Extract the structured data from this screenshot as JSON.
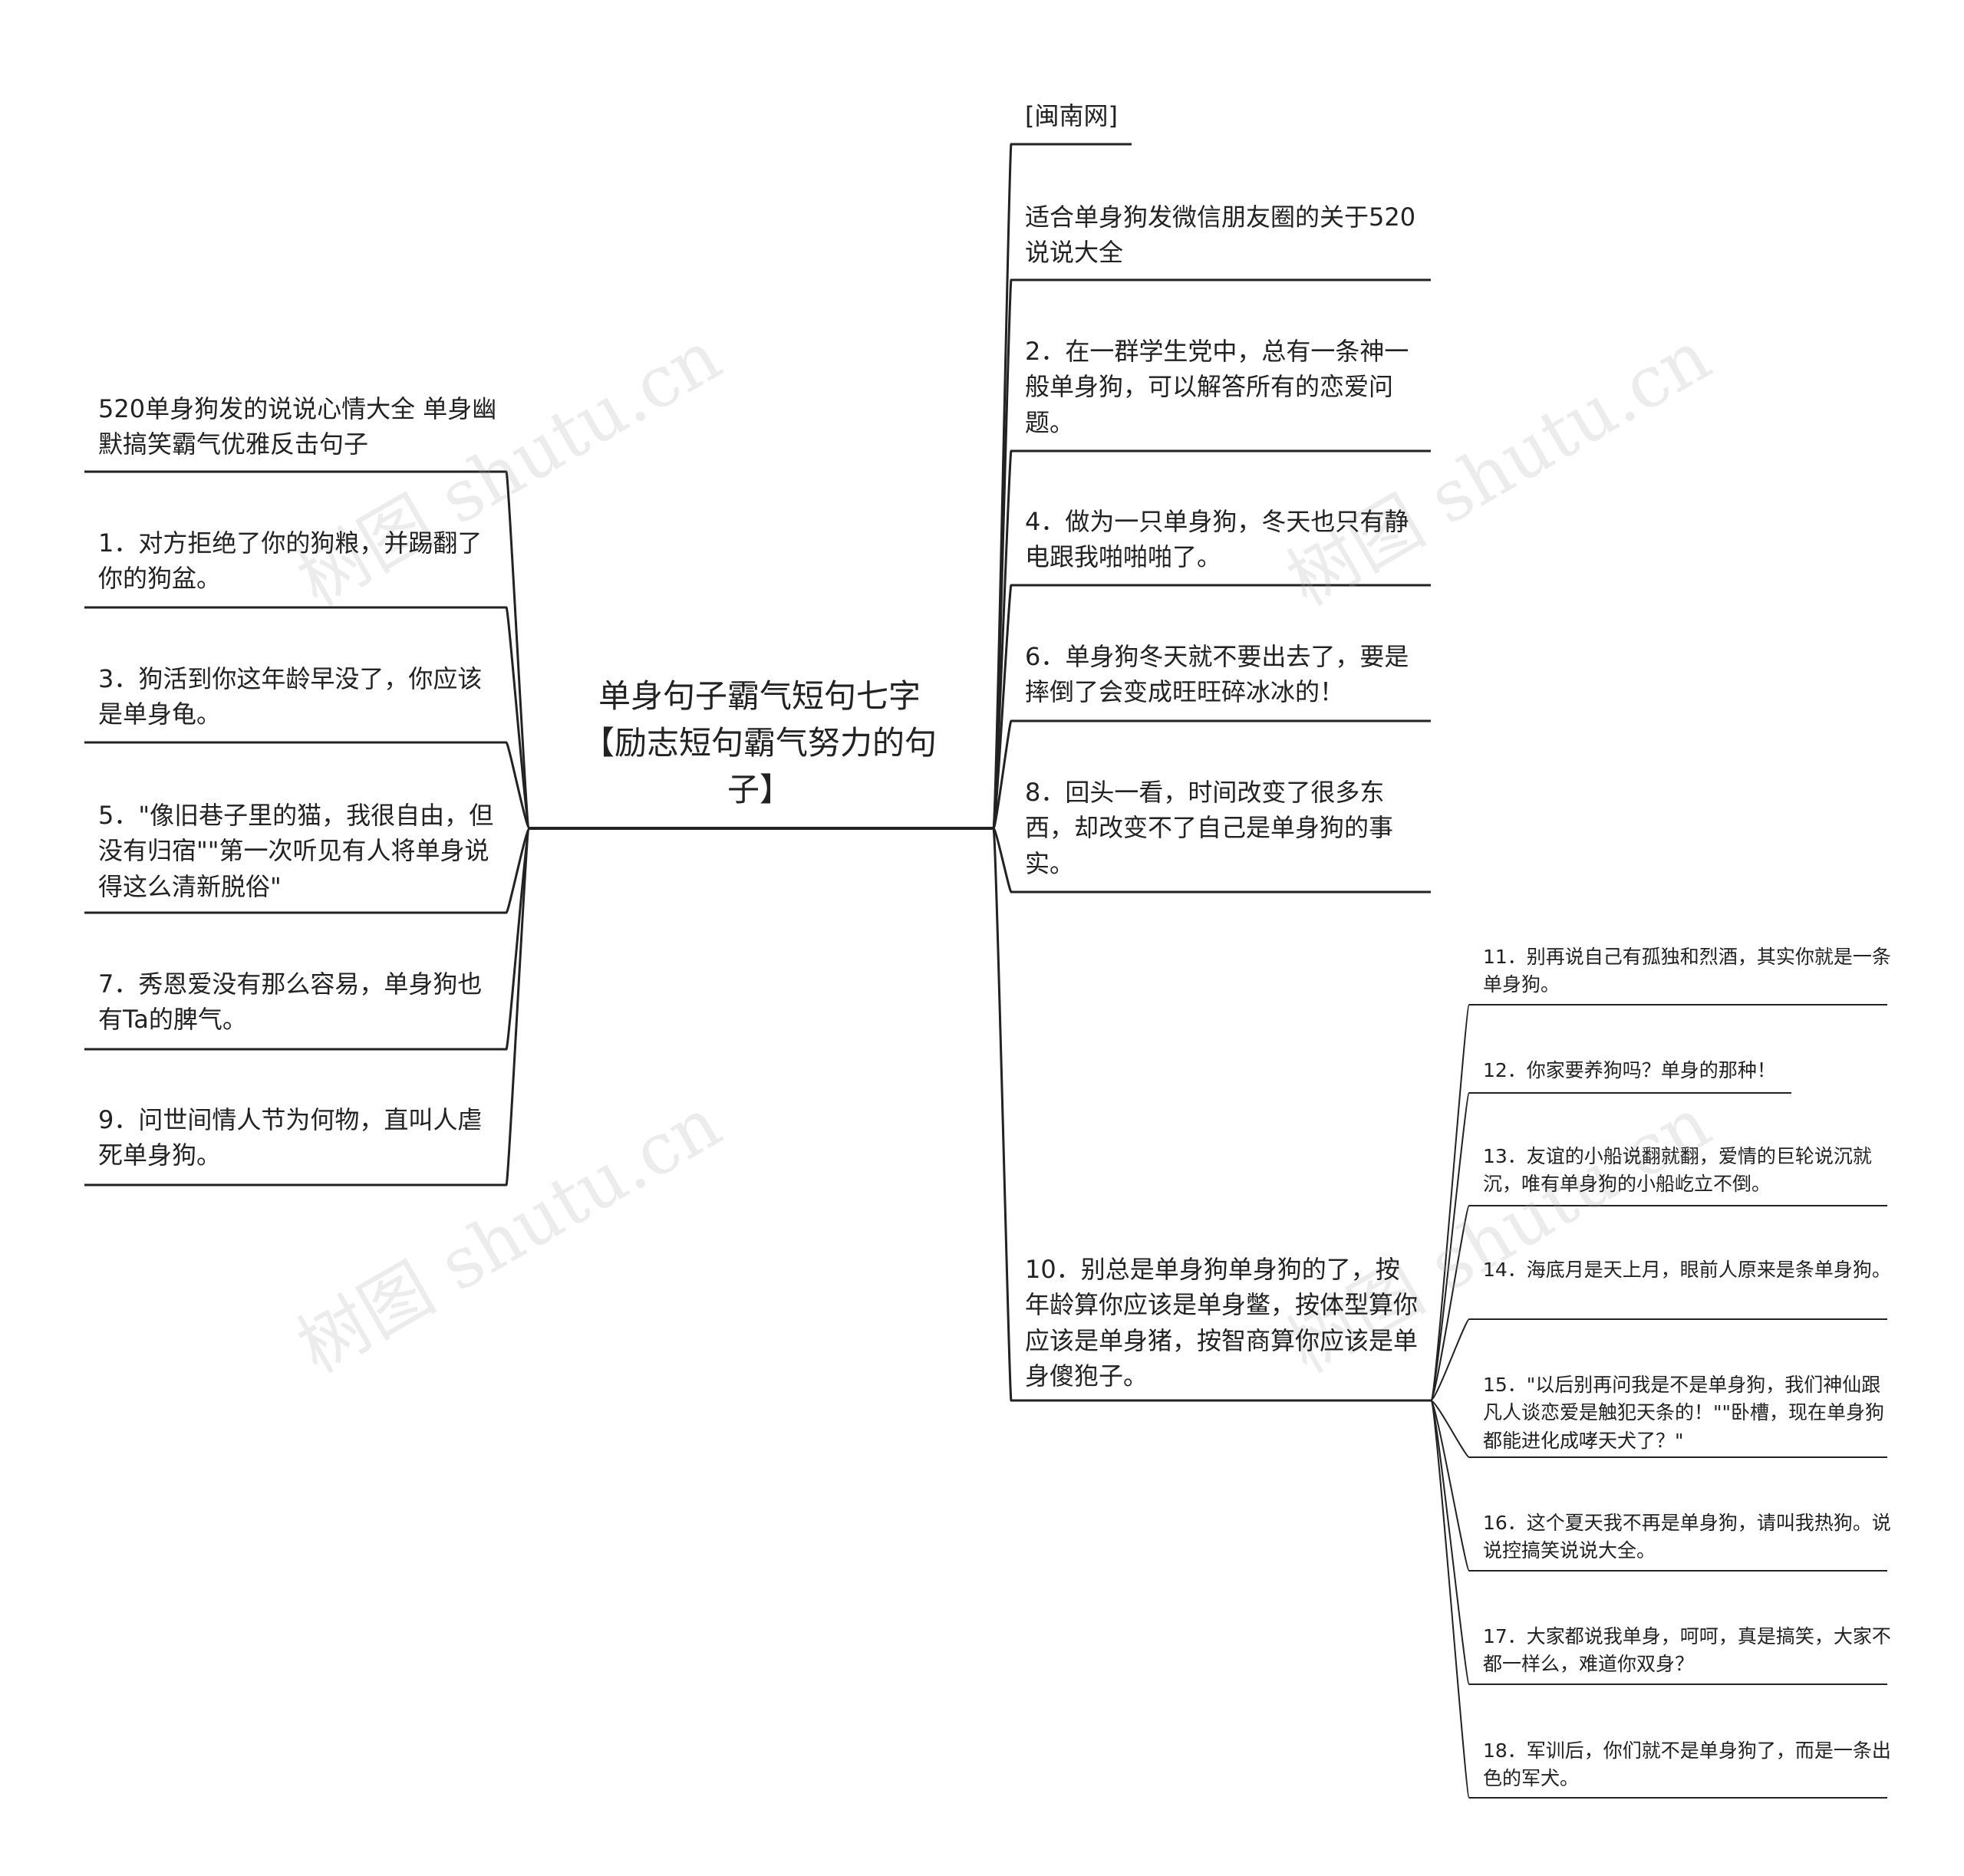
{
  "root": {
    "title": "单身句子霸气短句七字【励志短句霸气努力的句子】"
  },
  "left_branches": [
    {
      "text": "520单身狗发的说说心情大全 单身幽默搞笑霸气优雅反击句子"
    },
    {
      "text": "1．对方拒绝了你的狗粮，并踢翻了你的狗盆。"
    },
    {
      "text": "3．狗活到你这年龄早没了，你应该是单身龟。"
    },
    {
      "text": "5．\"像旧巷子里的猫，我很自由，但没有归宿\"\"第一次听见有人将单身说得这么清新脱俗\""
    },
    {
      "text": "7．秀恩爱没有那么容易，单身狗也有Ta的脾气。"
    },
    {
      "text": "9．问世间情人节为何物，直叫人虐死单身狗。"
    }
  ],
  "right_branches": [
    {
      "text": "[闽南网]"
    },
    {
      "text": "适合单身狗发微信朋友圈的关于520说说大全"
    },
    {
      "text": "2．在一群学生党中，总有一条神一般单身狗，可以解答所有的恋爱问题。"
    },
    {
      "text": "4．做为一只单身狗，冬天也只有静电跟我啪啪啪了。"
    },
    {
      "text": "6．单身狗冬天就不要出去了，要是摔倒了会变成旺旺碎冰冰的！"
    },
    {
      "text": "8．回头一看，时间改变了很多东西，却改变不了自己是单身狗的事实。"
    },
    {
      "text": "10．别总是单身狗单身狗的了，按年龄算你应该是单身鳖，按体型算你应该是单身猪，按智商算你应该是单身傻狍子。"
    }
  ],
  "sub_branches": [
    {
      "text": "11．别再说自己有孤独和烈酒，其实你就是一条单身狗。"
    },
    {
      "text": "12．你家要养狗吗？单身的那种！"
    },
    {
      "text": "13．友谊的小船说翻就翻，爱情的巨轮说沉就沉，唯有单身狗的小船屹立不倒。"
    },
    {
      "text": "14．海底月是天上月，眼前人原来是条单身狗。"
    },
    {
      "text": "15．\"以后别再问我是不是单身狗，我们神仙跟凡人谈恋爱是触犯天条的！\"\"卧槽，现在单身狗都能进化成哮天犬了？\""
    },
    {
      "text": "16．这个夏天我不再是单身狗，请叫我热狗。说说控搞笑说说大全。"
    },
    {
      "text": "17．大家都说我单身，呵呵，真是搞笑，大家不都一样么，难道你双身？"
    },
    {
      "text": "18．军训后，你们就不是单身狗了，而是一条出色的军犬。"
    }
  ],
  "watermark": "树图 shutu.cn",
  "colors": {
    "line": "#222222",
    "text": "#222222",
    "watermark": "#aaaaaa"
  }
}
